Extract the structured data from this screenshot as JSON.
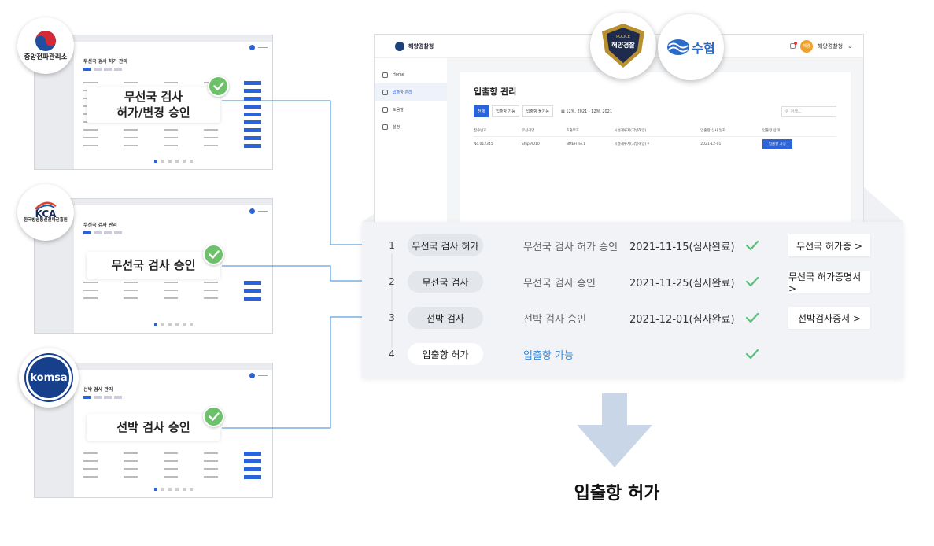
{
  "colors": {
    "accent": "#2b63d9",
    "check": "#5cbf7d",
    "connector": "#3a8ad6",
    "arrow": "#c9d6e8"
  },
  "orgs": {
    "rra": {
      "name": "중앙전파관리소"
    },
    "kca": {
      "abbr": "KCA",
      "name": "한국방송통신전파진흥원"
    },
    "komsa": {
      "abbr": "komsa"
    },
    "police": {
      "name": "POLICE",
      "korean": "해양경찰"
    },
    "suhyup": {
      "name": "수협"
    }
  },
  "panels": [
    {
      "title": "무선국 검사 허가 관리",
      "callout_line1": "무선국 검사",
      "callout_line2": "허가/변경 승인"
    },
    {
      "title": "무선국 검사 관리",
      "callout_line1": "무선국 검사 승인",
      "callout_line2": ""
    },
    {
      "title": "선박 검사 관리",
      "callout_line1": "선박 검사 승인",
      "callout_line2": ""
    }
  ],
  "main": {
    "brand": "해양경찰청",
    "user": "해양경찰청",
    "avatar": "해경",
    "sidebar": [
      "Home",
      "입출항 관리",
      "도움말",
      "설정"
    ],
    "title": "입출항 관리",
    "filters": [
      "전체",
      "입출항 가능",
      "입출항 불가능"
    ],
    "date_range": "12월, 2021 - 12월, 2021",
    "search_placeholder": "검색...",
    "columns": [
      "접수번호",
      "무선국명",
      "호출부호",
      "시설계류지(지방해양)",
      "입출항 심사 일자",
      "입출항 상태"
    ],
    "row": {
      "id": "No.012345",
      "name": "Ship A010",
      "call": "NMEH no.1",
      "site": "시설계류지(지방해양) ▾",
      "date": "2021-12-01",
      "status": "입출항 가능"
    }
  },
  "steps": [
    {
      "num": "1",
      "label": "무선국 검사 허가",
      "status": "무선국 검사 허가 승인",
      "date": "2021-11-15(심사완료)",
      "doc": "무선국 허가증 >"
    },
    {
      "num": "2",
      "label": "무선국 검사",
      "status": "무선국 검사 승인",
      "date": "2021-11-25(심사완료)",
      "doc": "무선국 허가증명서 >"
    },
    {
      "num": "3",
      "label": "선박 검사",
      "status": "선박 검사 승인",
      "date": "2021-12-01(심사완료)",
      "doc": "선박검사증서 >"
    },
    {
      "num": "4",
      "label": "입출항 허가",
      "status": "입출항 가능",
      "date": "",
      "doc": ""
    }
  ],
  "result": "입출항 허가"
}
